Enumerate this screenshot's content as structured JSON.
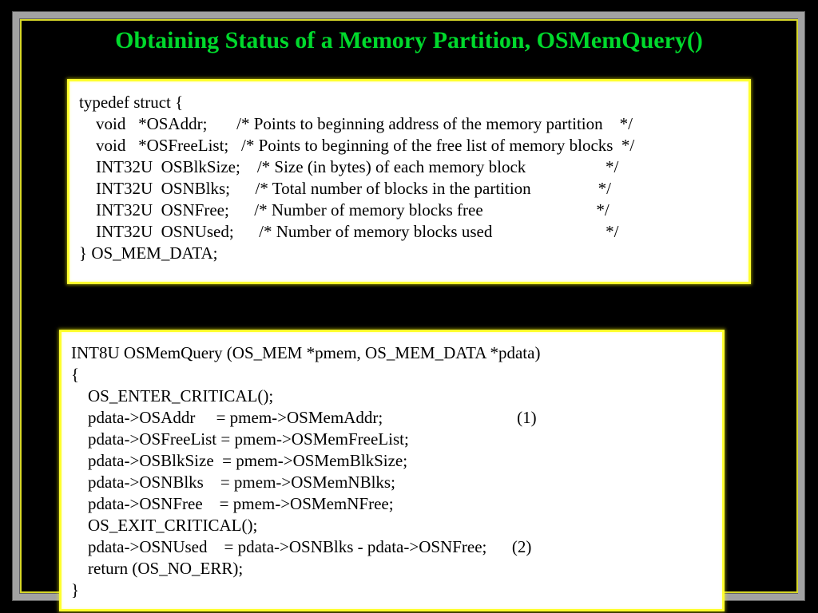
{
  "slide": {
    "title": "Obtaining Status of a Memory Partition, OSMemQuery()"
  },
  "colors": {
    "background": "#000000",
    "frame_gray": "#A2A2A2",
    "frame_bevel_dark": "#646464",
    "frame_inner_yellow_line": "#D7D728",
    "title_green": "#00D92C",
    "code_box_border_yellow": "#FFFF2E",
    "code_box_background": "#FFFFFF",
    "code_text": "#000000"
  },
  "code_box_struct": {
    "lines": [
      "typedef struct {",
      "    void   *OSAddr;       /* Points to beginning address of the memory partition    */",
      "    void   *OSFreeList;   /* Points to beginning of the free list of memory blocks  */",
      "    INT32U  OSBlkSize;    /* Size (in bytes) of each memory block                   */",
      "    INT32U  OSNBlks;      /* Total number of blocks in the partition                */",
      "    INT32U  OSNFree;      /* Number of memory blocks free                           */",
      "    INT32U  OSNUsed;      /* Number of memory blocks used                           */",
      "} OS_MEM_DATA;"
    ]
  },
  "code_box_function": {
    "lines": [
      "INT8U OSMemQuery (OS_MEM *pmem, OS_MEM_DATA *pdata)",
      "{",
      "    OS_ENTER_CRITICAL();",
      "    pdata->OSAddr     = pmem->OSMemAddr;                                (1)",
      "    pdata->OSFreeList = pmem->OSMemFreeList;",
      "    pdata->OSBlkSize  = pmem->OSMemBlkSize;",
      "    pdata->OSNBlks    = pmem->OSMemNBlks;",
      "    pdata->OSNFree    = pmem->OSMemNFree;",
      "    OS_EXIT_CRITICAL();",
      "    pdata->OSNUsed    = pdata->OSNBlks - pdata->OSNFree;      (2)",
      "    return (OS_NO_ERR);",
      "}"
    ]
  }
}
